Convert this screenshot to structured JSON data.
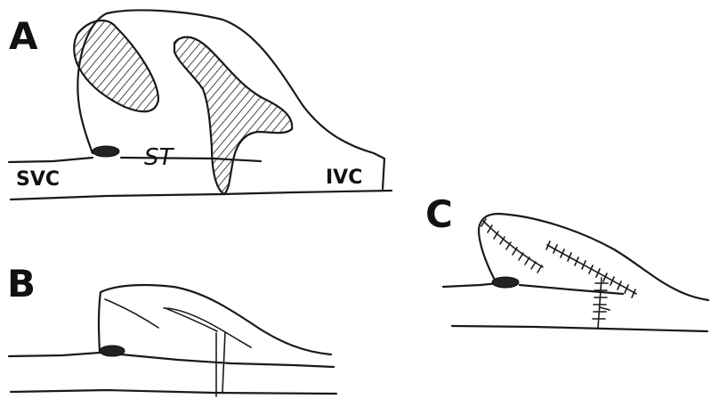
{
  "panels": {
    "a": {
      "letter": "A",
      "labels": {
        "svc": "SVC",
        "ivc": "IVC",
        "st": "ST"
      }
    },
    "b": {
      "letter": "B"
    },
    "c": {
      "letter": "C"
    }
  }
}
